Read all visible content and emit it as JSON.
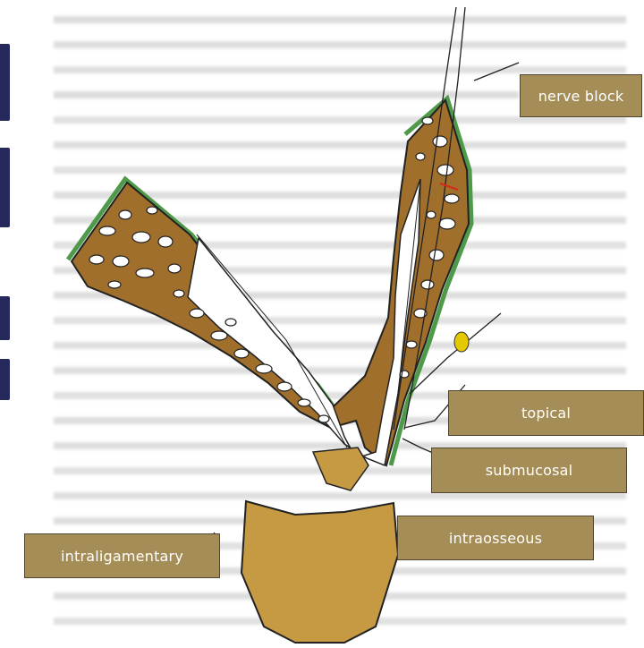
{
  "labels": {
    "nerve_block": "nerve block",
    "topical": "topical",
    "submucosal": "submucosal",
    "intraosseous": "intraosseous",
    "intraligamentary": "intraligamentary"
  },
  "colors": {
    "bone": "#a06f2c",
    "tooth": "#c59a43",
    "gingiva": "#4e9a4a",
    "label_bg": "#a58d57",
    "label_border": "#4f4530",
    "left_tabs": "#25285a",
    "nerve_spot": "#e4c900"
  }
}
